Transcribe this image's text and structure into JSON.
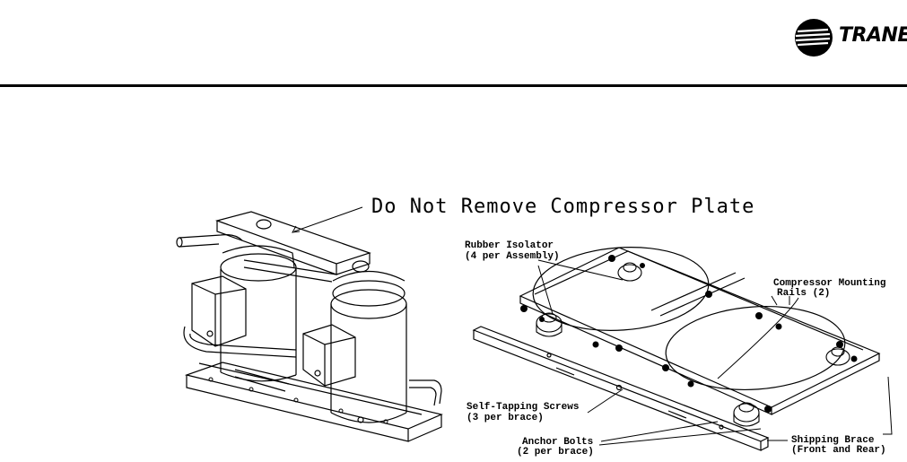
{
  "brand": {
    "name": "TRANE"
  },
  "figure": {
    "callout_main": "Do Not Remove Compressor Plate",
    "labels": {
      "rubber_isolator": "Rubber Isolator",
      "rubber_isolator_qty": "(4 per Assembly)",
      "compressor_rails": "Compressor Mounting",
      "compressor_rails_qty": "Rails (2)",
      "self_tapping": "Self-Tapping Screws",
      "self_tapping_qty": "(3 per brace)",
      "anchor_bolts": "Anchor Bolts",
      "anchor_bolts_qty": "(2 per brace)",
      "shipping_brace": "Shipping Brace",
      "shipping_brace_qty": "(Front and Rear)"
    }
  }
}
